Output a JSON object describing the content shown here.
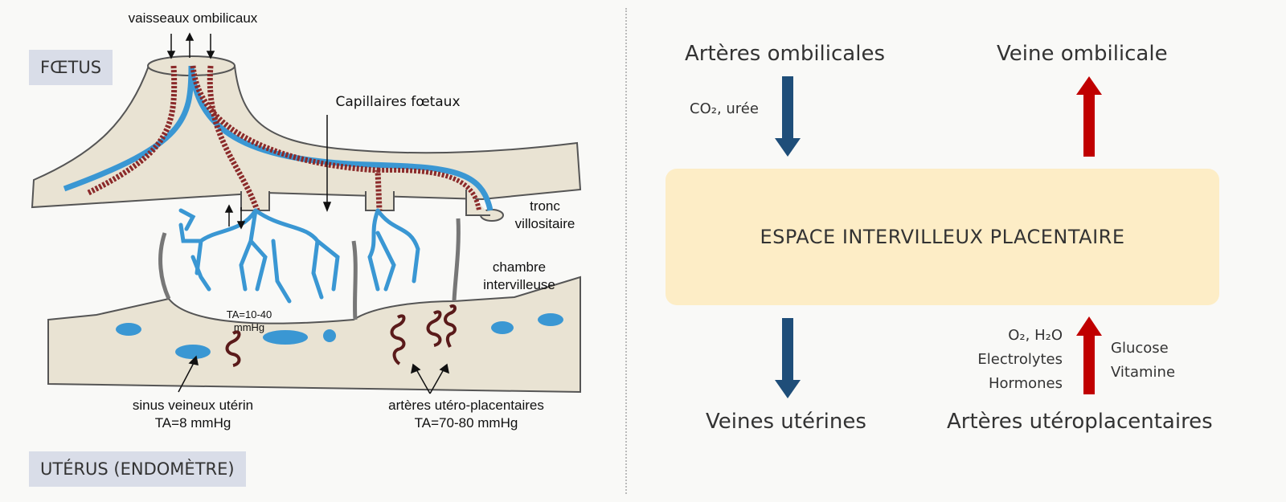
{
  "left": {
    "foetus_tag": "FŒTUS",
    "uterus_tag": "UTÉRUS (ENDOMÈTRE)",
    "vaisseaux_label": "vaisseaux ombilicaux",
    "capillaires_label": "Capillaires fœtaux",
    "tronc_label": "tronc villositaire",
    "chambre_label": "chambre intervilleuse",
    "ta_chambre": "TA=10-40 mmHg",
    "sinus_label": "sinus veineux utérin",
    "sinus_ta": "TA=8 mmHg",
    "arteres_label": "artères utéro-placentaires",
    "arteres_ta": "TA=70-80 mmHg"
  },
  "right": {
    "arteres_ombilicales": "Artères ombilicales",
    "veine_ombilicale": "Veine ombilicale",
    "co2_uree": "CO₂, urée",
    "espace": "ESPACE INTERVILLEUX PLACENTAIRE",
    "veines_uterines": "Veines utérines",
    "arteres_uteroplacentaires": "Artères utéroplacentaires",
    "o2_h2o": "O₂, H₂O",
    "electrolytes": "Electrolytes",
    "hormones": "Hormones",
    "glucose": "Glucose",
    "vitamine": "Vitamine"
  },
  "colors": {
    "blue_arrow": "#1f4e79",
    "red_arrow": "#c00000",
    "tissue": "#e9e3d3",
    "fetal_blue": "#3a97d3",
    "artery_red": "#8b2a2a",
    "espace_fill": "#fdedc6",
    "tag_fill": "#d9dde8"
  }
}
